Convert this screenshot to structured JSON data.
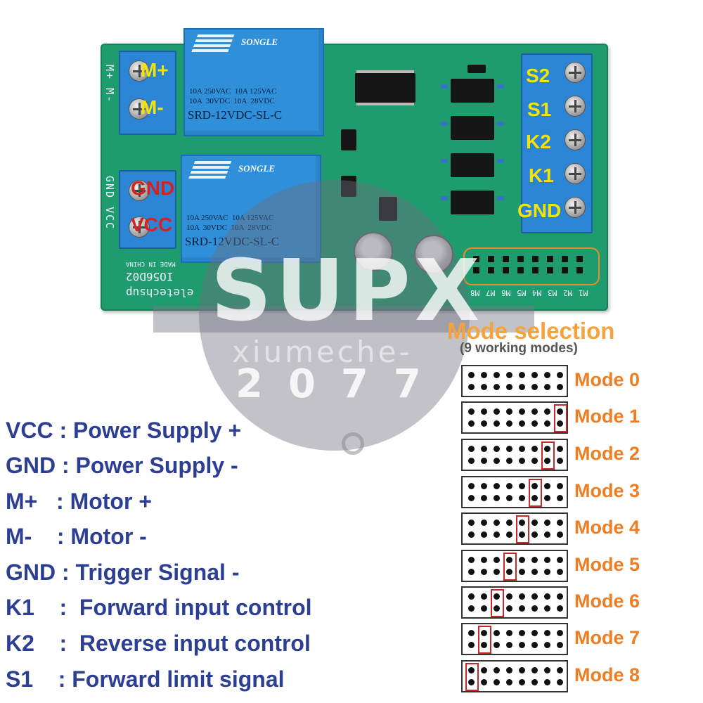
{
  "board": {
    "terminal_labels": {
      "m_plus": "M+",
      "m_minus": "M-",
      "gnd_power": "GND",
      "vcc": "VCC",
      "s2": "S2",
      "s1": "S1",
      "k2": "K2",
      "k1": "K1",
      "gnd_signal": "GND"
    },
    "relay": {
      "brand": "SONGLE",
      "spec_line1": "10A 250VAC  10A 125VAC",
      "spec_line2": "10A  30VDC  10A  28VDC",
      "model": "SRD-12VDC-SL-C"
    },
    "silkscreen": {
      "board_id": "IO56D02",
      "maker": "eletechsup",
      "made_in": "MADE IN CHINA",
      "left_top": "M+ M-",
      "left_bottom": "GND VCC",
      "header_pins": [
        "M8",
        "M7",
        "M6",
        "M5",
        "M4",
        "M3",
        "M2",
        "M1"
      ]
    }
  },
  "watermark": {
    "main": "SUPX",
    "sub": "xiumeche-",
    "num": "2077"
  },
  "mode_selection": {
    "title": "Mode selection",
    "subtitle": "(9 working modes)",
    "modes": [
      {
        "label": "Mode 0",
        "jumper_col": null
      },
      {
        "label": "Mode 1",
        "jumper_col": 7
      },
      {
        "label": "Mode 2",
        "jumper_col": 6
      },
      {
        "label": "Mode 3",
        "jumper_col": 5
      },
      {
        "label": "Mode 4",
        "jumper_col": 4
      },
      {
        "label": "Mode 5",
        "jumper_col": 3
      },
      {
        "label": "Mode 6",
        "jumper_col": 2
      },
      {
        "label": "Mode 7",
        "jumper_col": 1
      },
      {
        "label": "Mode 8",
        "jumper_col": 0
      }
    ]
  },
  "legend": [
    {
      "key": "VCC",
      "sep": " : ",
      "desc": "Power Supply +"
    },
    {
      "key": "GND",
      "sep": " : ",
      "desc": "Power Supply -"
    },
    {
      "key": "M+",
      "sep": "   : ",
      "desc": "Motor +"
    },
    {
      "key": "M-",
      "sep": "    : ",
      "desc": "Motor -"
    },
    {
      "key": "GND",
      "sep": " : ",
      "desc": "Trigger Signal -"
    },
    {
      "key": "K1",
      "sep": "    :  ",
      "desc": "Forward input control"
    },
    {
      "key": "K2",
      "sep": "    :  ",
      "desc": "Reverse input control"
    },
    {
      "key": "S1",
      "sep": "    : ",
      "desc": "Forward limit signal"
    }
  ],
  "colors": {
    "board": "#1f9c6e",
    "relay": "#2f8fd8",
    "yellow_label": "#f2e40a",
    "red_label": "#d32222",
    "mode_orange": "#ef7d22",
    "legend_blue": "#2c3f93",
    "jumper_red": "#c62828"
  }
}
